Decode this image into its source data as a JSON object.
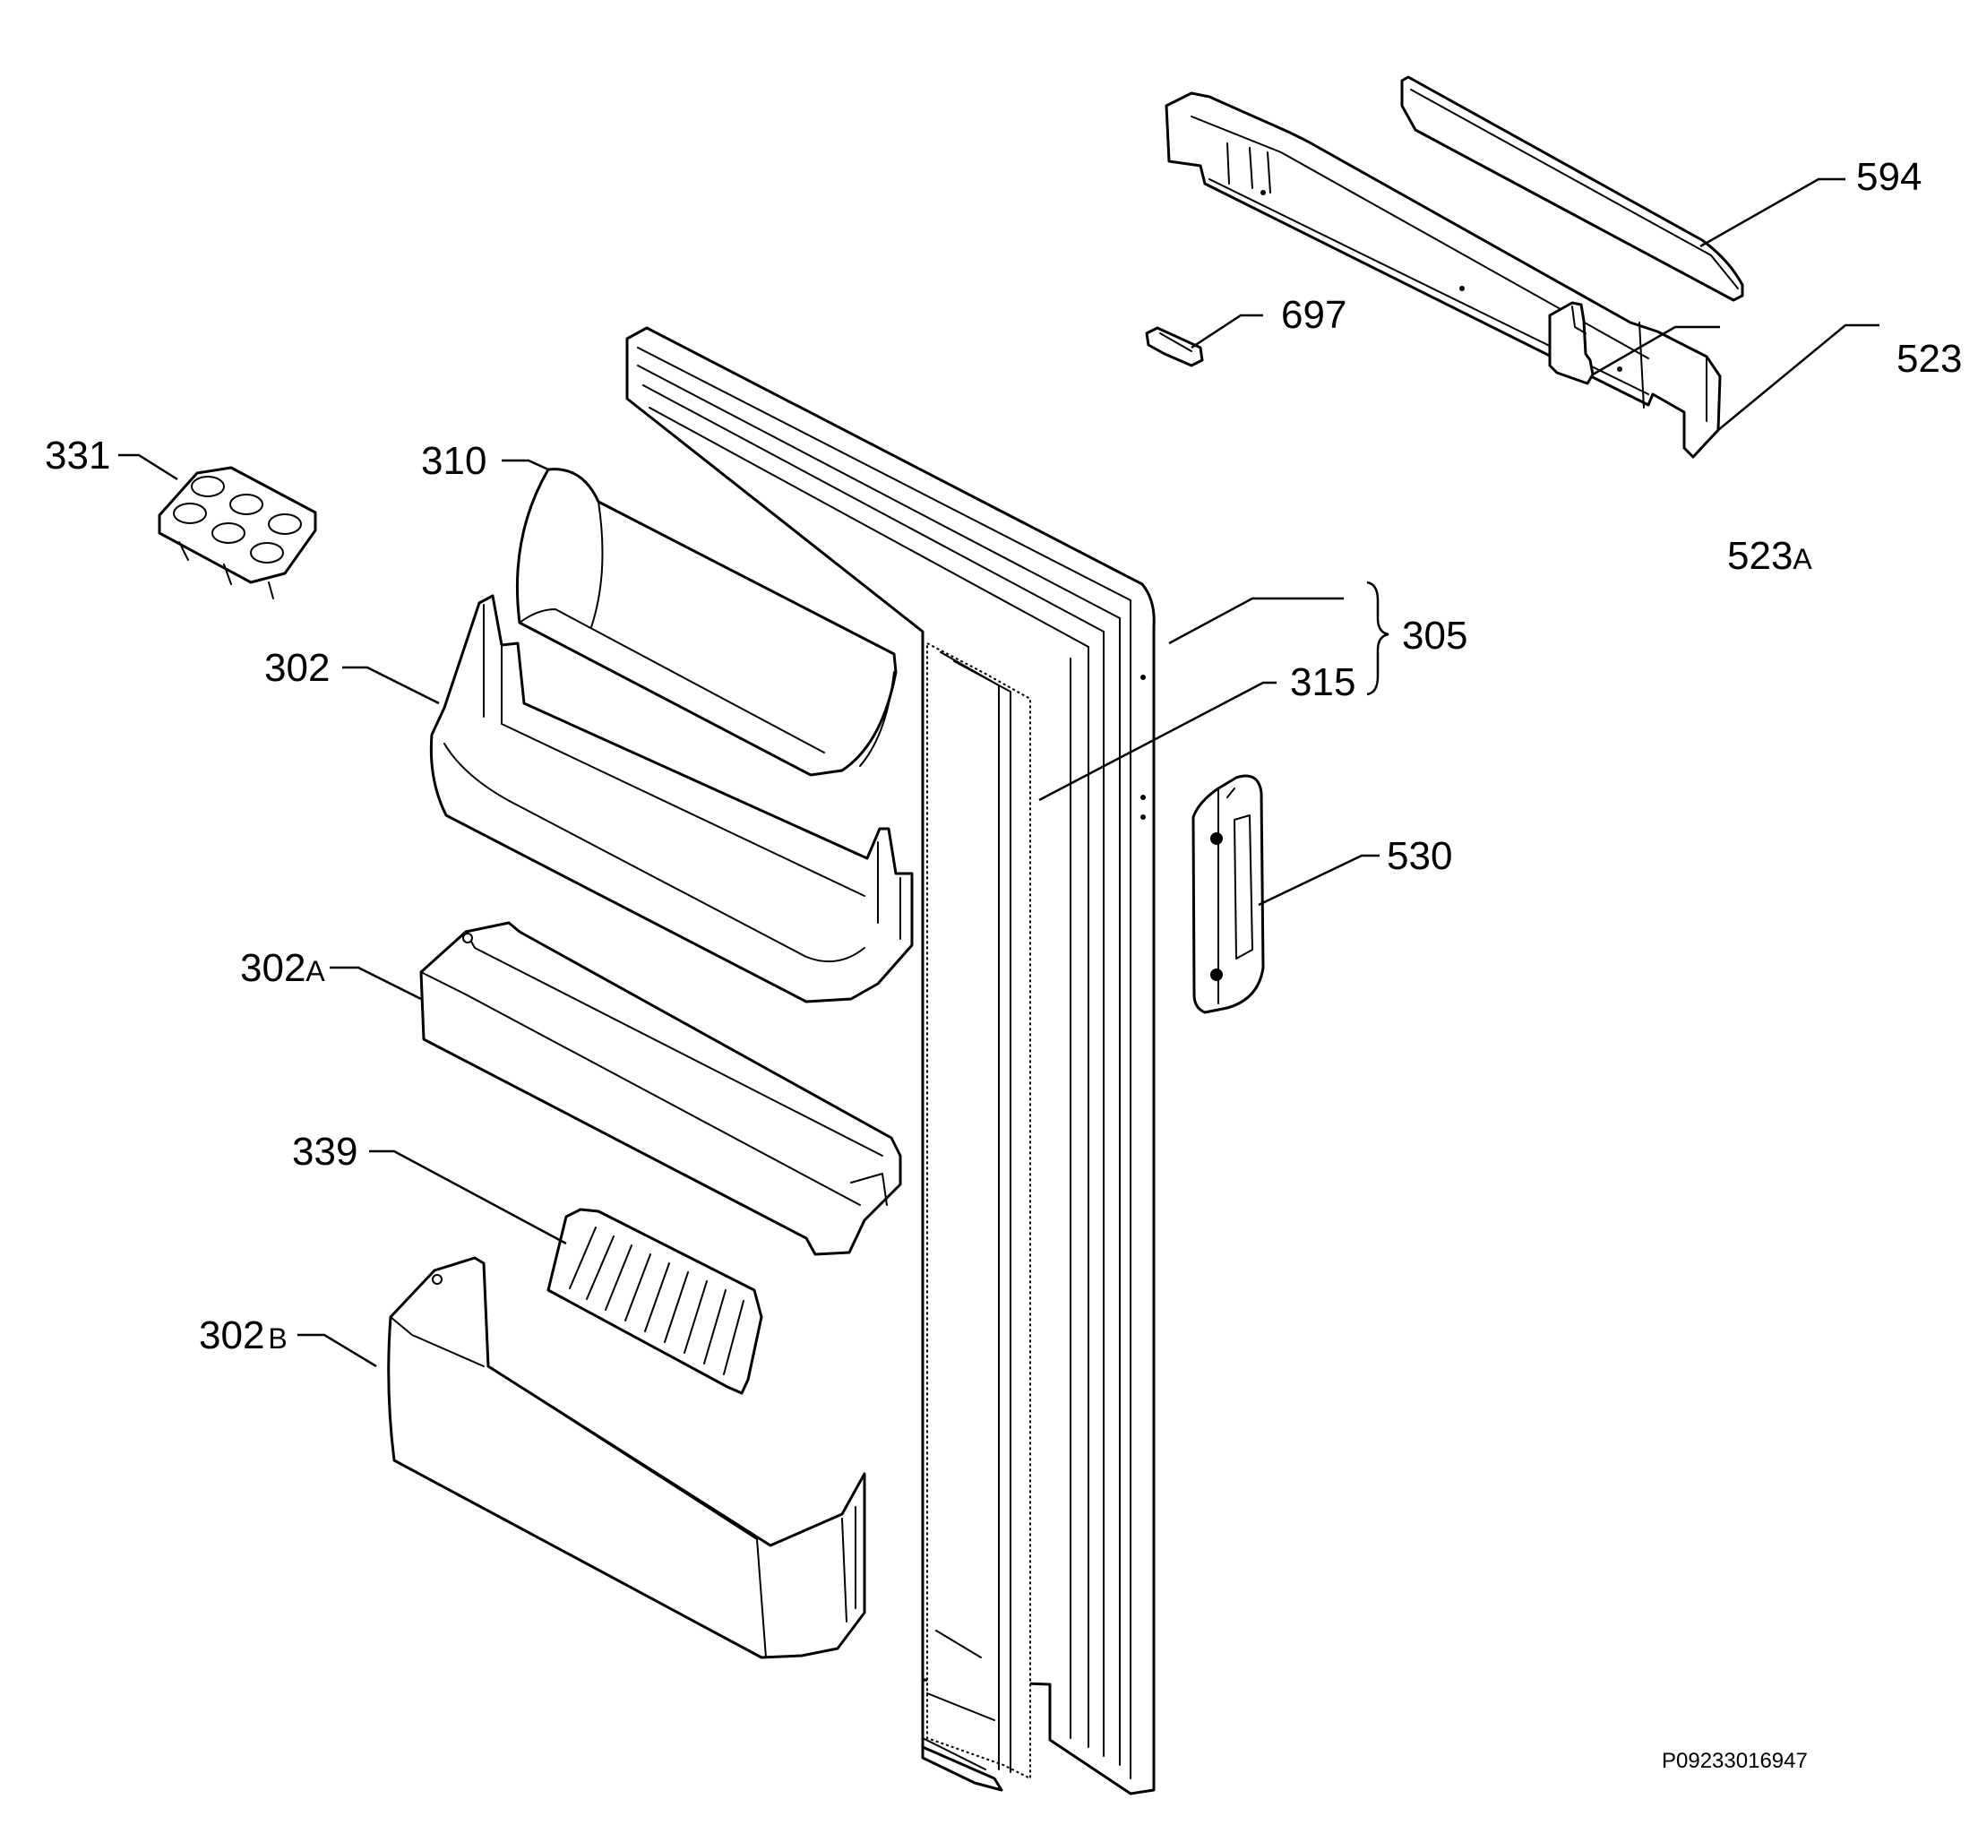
{
  "callouts": {
    "p331": "331",
    "p310": "310",
    "p302": "302",
    "p302a_num": "302",
    "p302a_suffix": "A",
    "p339": "339",
    "p302b_num": "302",
    "p302b_suffix": "B",
    "p305": "305",
    "p315": "315",
    "p530": "530",
    "p594": "594",
    "p697": "697",
    "p523": "523",
    "p523a_num": "523",
    "p523a_suffix": "A"
  },
  "drawing_code": "P09233016947"
}
